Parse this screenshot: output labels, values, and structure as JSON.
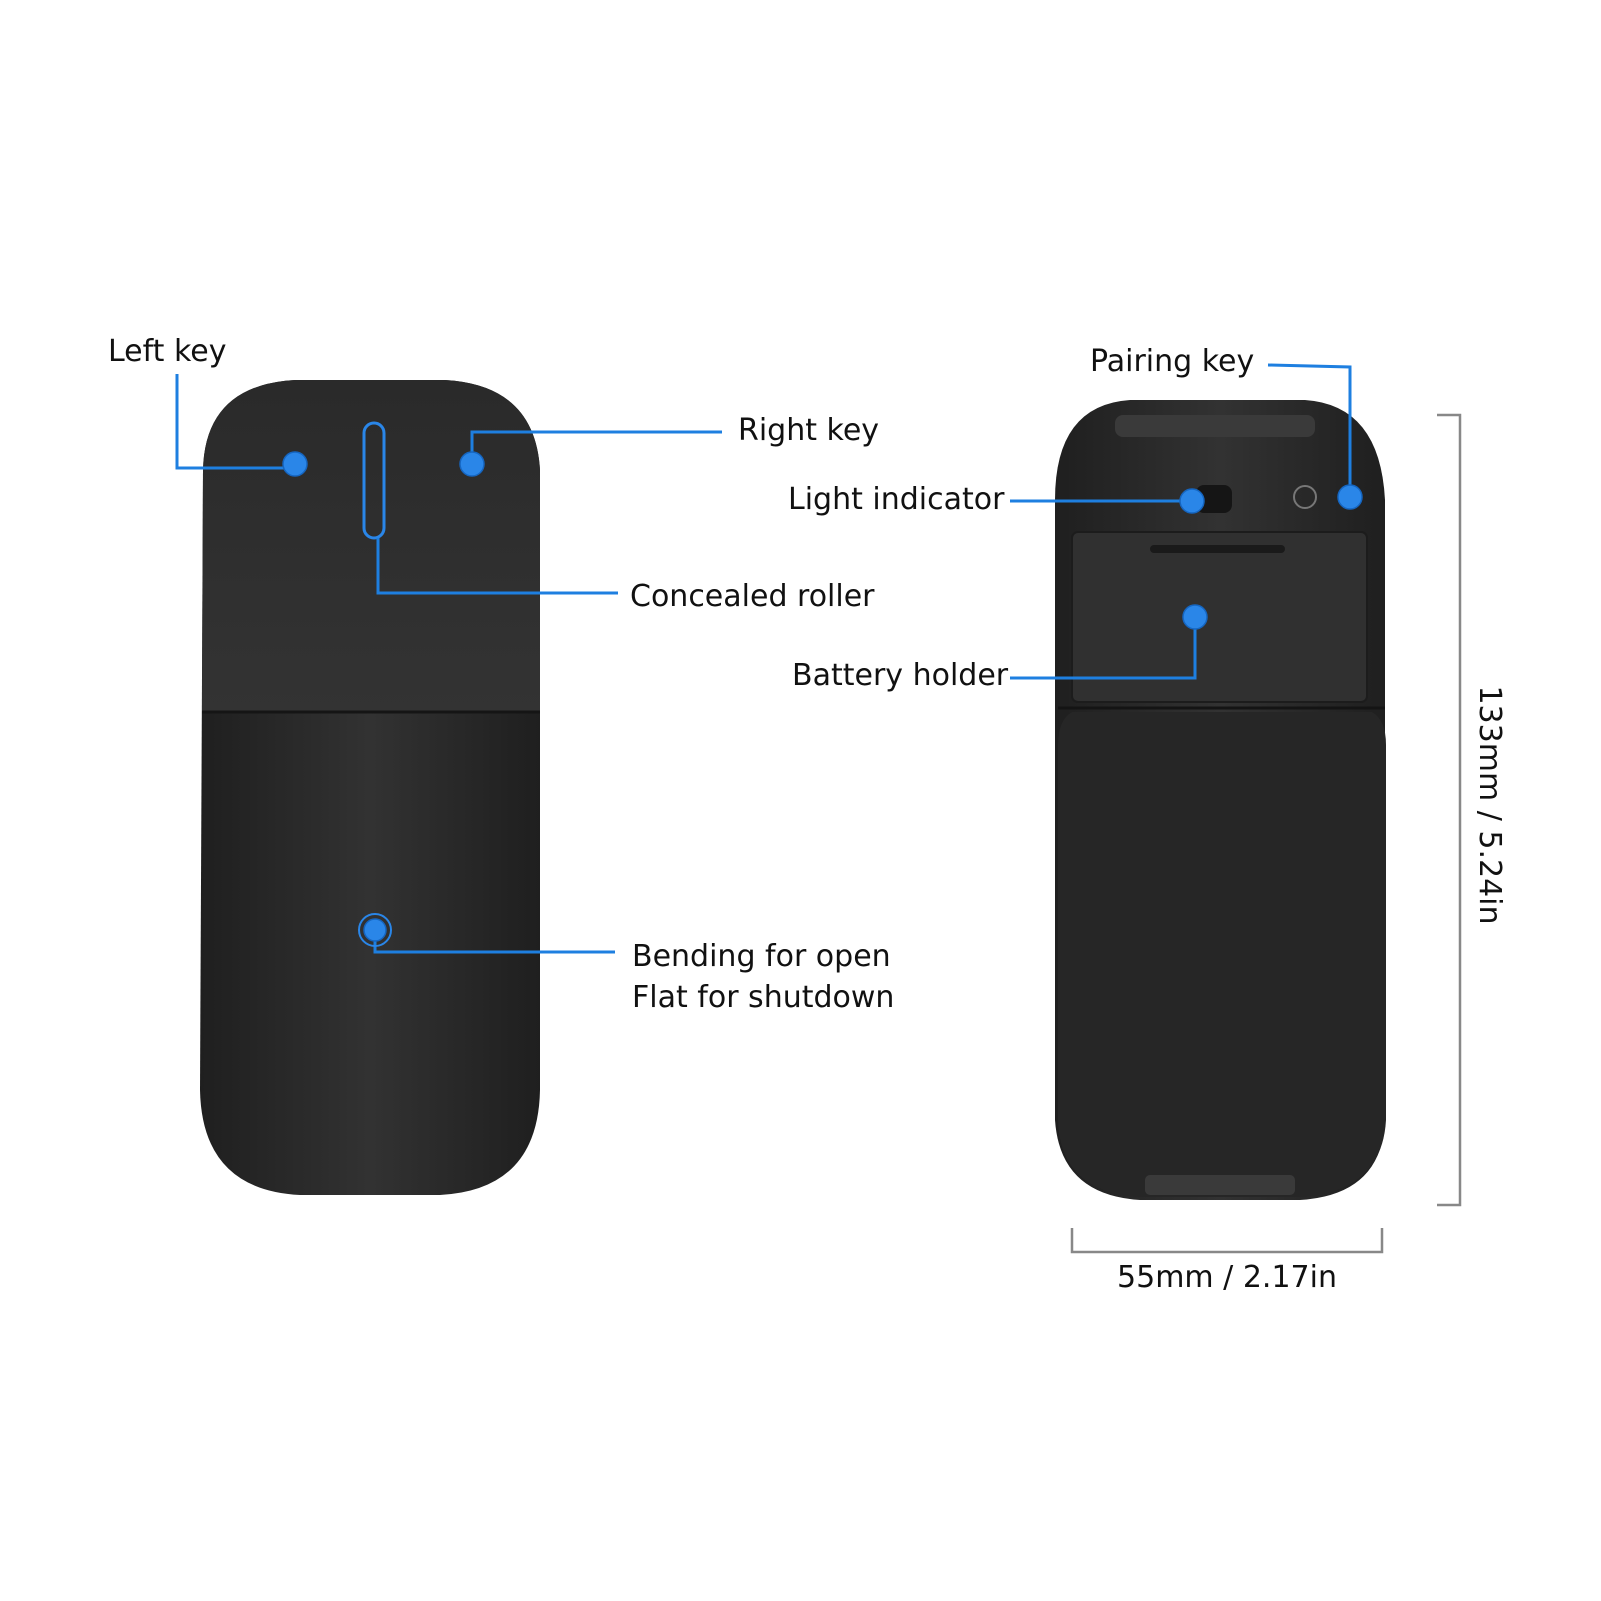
{
  "colors": {
    "accent": "#2a86e8",
    "device_body": "#2a2a2a",
    "background": "#ffffff"
  },
  "callouts": {
    "left_key": "Left key",
    "right_key": "Right key",
    "concealed_roller": "Concealed roller",
    "bending_line1": "Bending for open",
    "bending_line2": "Flat for shutdown",
    "pairing_key": "Pairing key",
    "light_indicator": "Light indicator",
    "battery_holder": "Battery holder"
  },
  "dimensions": {
    "height": "133mm / 5.24in",
    "width": "55mm / 2.17in"
  }
}
